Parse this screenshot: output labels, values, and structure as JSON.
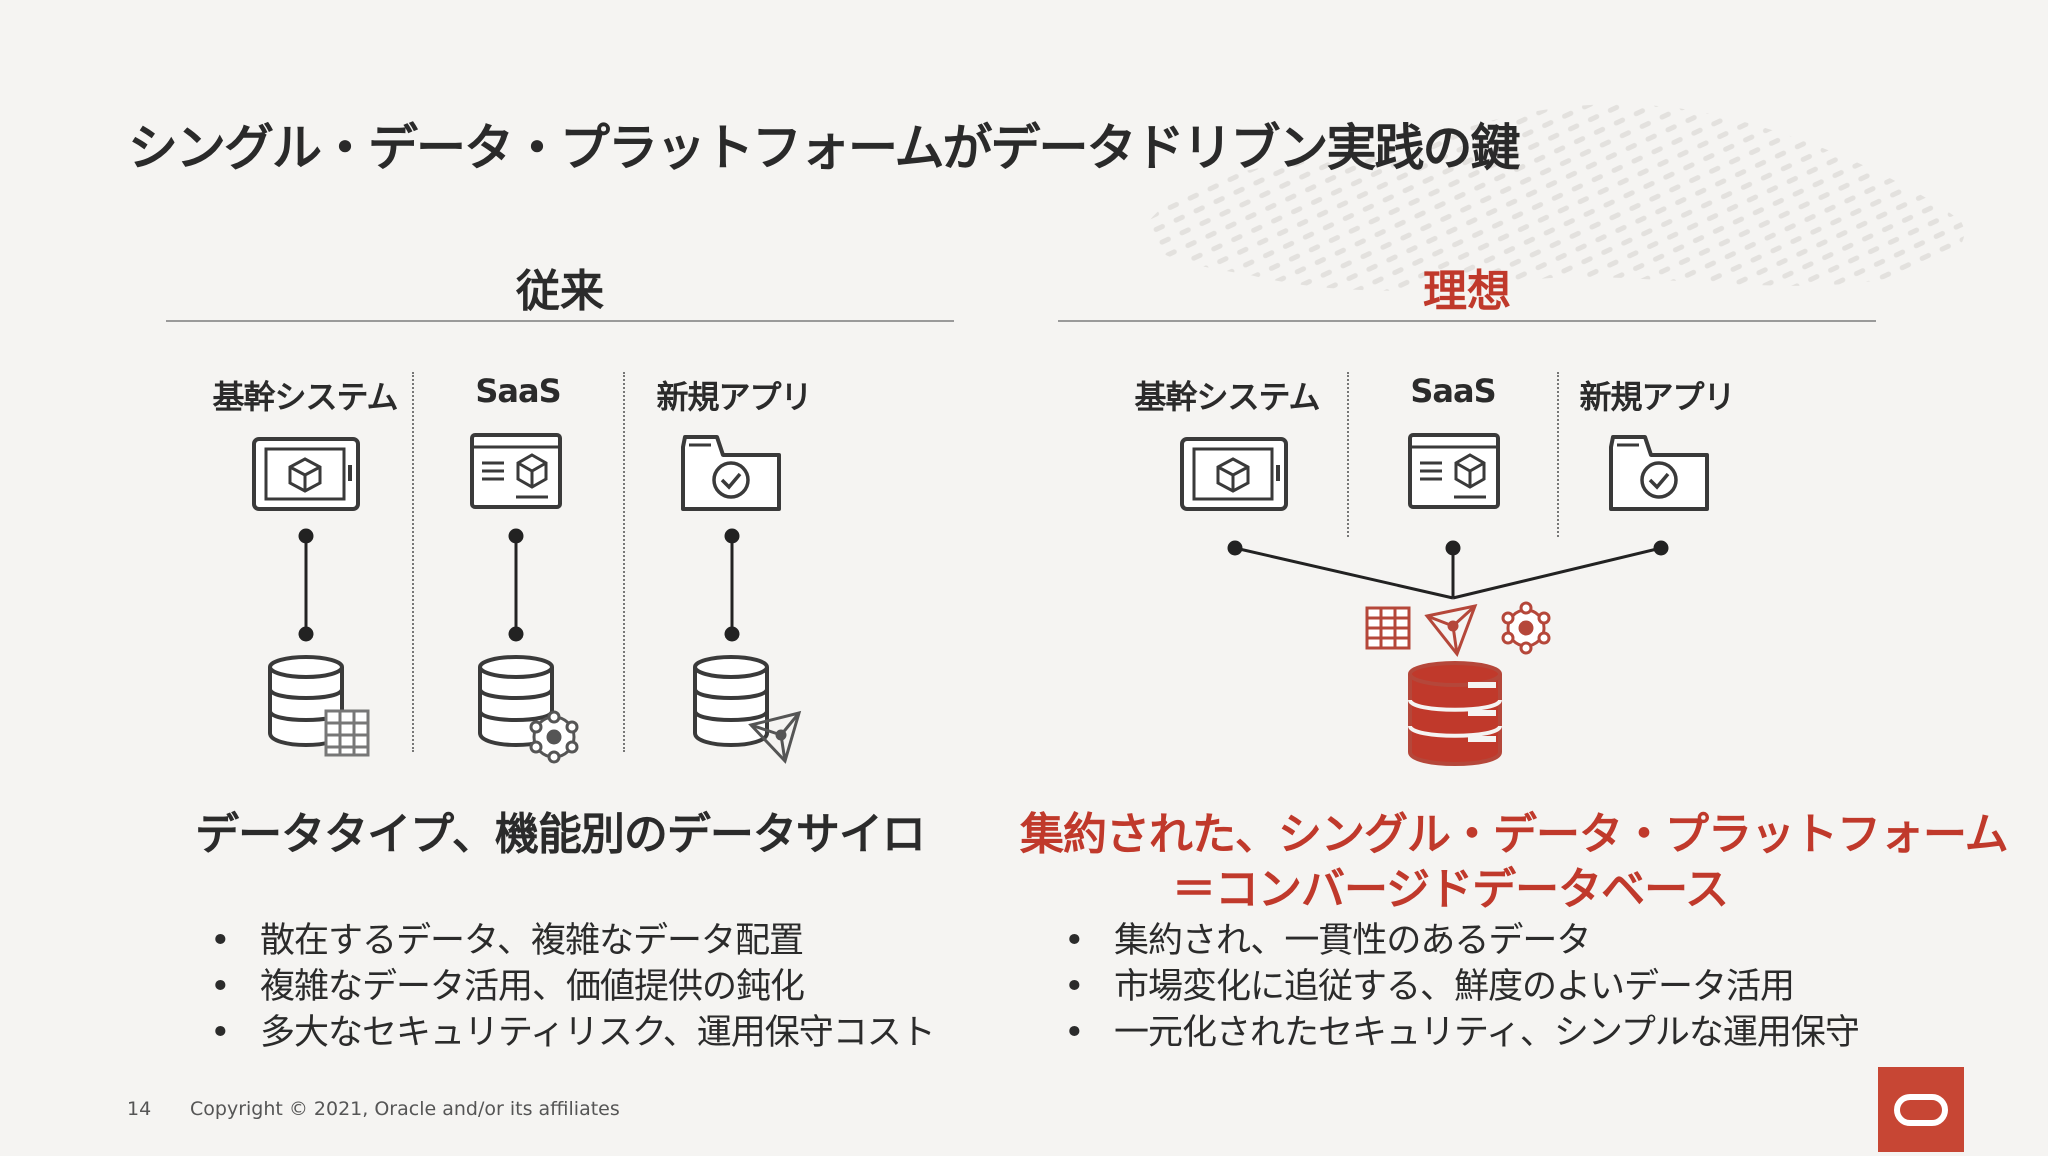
{
  "page": {
    "title": "シングル・データ・プラットフォームがデータドリブン実践の鍵",
    "page_number": "14",
    "copyright": "Copyright © 2021, Oracle and/or its affiliates"
  },
  "left": {
    "heading": "従来",
    "sources": [
      "基幹システム",
      "SaaS",
      "新規アプリ"
    ],
    "caption": "データタイプ、機能別のデータサイロ",
    "bullets": [
      "散在するデータ、複雑なデータ配置",
      "複雑なデータ活用、価値提供の鈍化",
      "多大なセキュリティリスク、運用保守コスト"
    ]
  },
  "right": {
    "heading": "理想",
    "sources": [
      "基幹システム",
      "SaaS",
      "新規アプリ"
    ],
    "caption_line1": "集約された、シングル・データ・プラットフォーム",
    "caption_line2": "＝コンバージドデータベース",
    "bullets": [
      "集約され、一貫性のあるデータ",
      "市場変化に追従する、鮮度のよいデータ活用",
      "一元化されたセキュリティ、シンプルな運用保守"
    ]
  },
  "colors": {
    "accent_red": "#c0392b",
    "oracle_red": "#c74634",
    "text": "#2b2b2b",
    "background": "#f5f4f2"
  },
  "icons": [
    "monitor-cube-icon",
    "saas-window-icon",
    "folder-check-icon",
    "database-icon",
    "oracle-logo-icon"
  ]
}
